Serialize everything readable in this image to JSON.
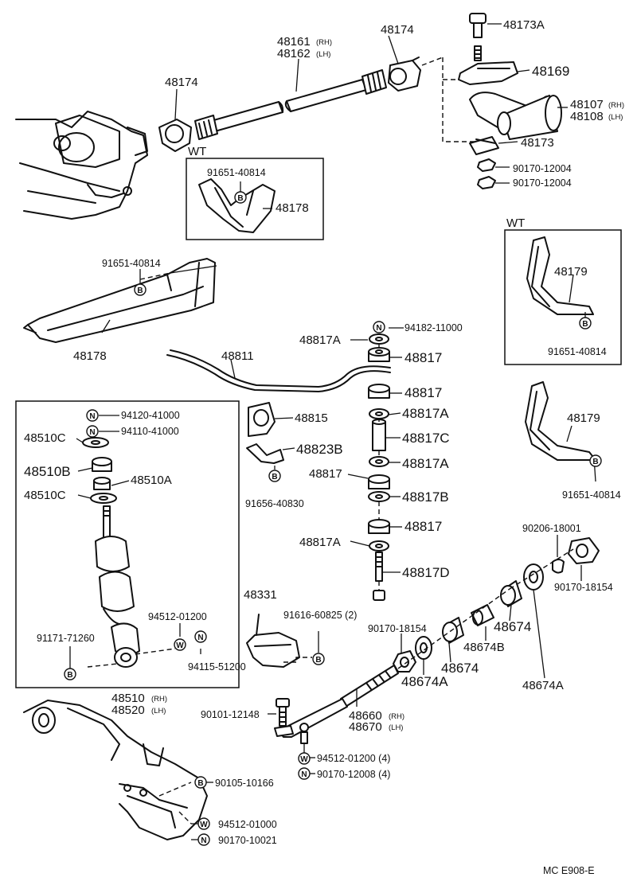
{
  "labels": {
    "p48173A": "48173A",
    "p48174_top": "48174",
    "p48161": "48161",
    "p48161_rh": "(RH)",
    "p48162": "48162",
    "p48162_lh": "(LH)",
    "p48169": "48169",
    "p48107": "48107",
    "p48107_rh": "(RH)",
    "p48108": "48108",
    "p48108_lh": "(LH)",
    "p48174_left": "48174",
    "p48173": "48173",
    "p90170_12004_a": "90170-12004",
    "p90170_12004_b": "90170-12004",
    "wt1": "WT",
    "p91651_40814_a": "91651-40814",
    "p48178_box": "48178",
    "wt2": "WT",
    "p48179_a": "48179",
    "p91651_40814_c": "91651-40814",
    "p91651_40814_b": "91651-40814",
    "p48178": "48178",
    "p94182_11000": "94182-11000",
    "p48817A_1": "48817A",
    "p48817_1": "48817",
    "p48811": "48811",
    "p48817_2": "48817",
    "p94120_41000": "94120-41000",
    "p94110_41000": "94110-41000",
    "p48510C_1": "48510C",
    "p48510B": "48510B",
    "p48510A": "48510A",
    "p48510C_2": "48510C",
    "p48815": "48815",
    "p48823B": "48823B",
    "p91656_40830": "91656-40830",
    "p48817A_2": "48817A",
    "p48817C": "48817C",
    "p48817A_3": "48817A",
    "p48817_3": "48817",
    "p48817B": "48817B",
    "p48817_4": "48817",
    "p48817A_4": "48817A",
    "p48817D": "48817D",
    "p48179_b": "48179",
    "p91651_40814_d": "91651-40814",
    "p90206_18001": "90206-18001",
    "p90170_18154_r": "90170-18154",
    "p48331": "48331",
    "p91616_60825": "91616-60825 (2)",
    "p94512_01200_a": "94512-01200",
    "p91171_71260": "91171-71260",
    "p94115_51200": "94115-51200",
    "p90170_18154": "90170-18154",
    "p48674B": "48674B",
    "p48674_a": "48674",
    "p48674_b": "48674",
    "p48674A_a": "48674A",
    "p48674A_b": "48674A",
    "p48510": "48510",
    "p48510_rh": "(RH)",
    "p48520": "48520",
    "p48520_lh": "(LH)",
    "p90101_12148": "90101-12148",
    "p48660": "48660",
    "p48660_rh": "(RH)",
    "p48670": "48670",
    "p48670_lh": "(LH)",
    "p94512_01200_b": "94512-01200 (4)",
    "p90170_12008": "90170-12008 (4)",
    "p90105_10166": "90105-10166",
    "p94512_01000": "94512-01000",
    "p90170_10021": "90170-10021",
    "footer": "MC  E908-E"
  },
  "symbols": {
    "bolt": "B",
    "nut": "N",
    "washer": "W"
  }
}
